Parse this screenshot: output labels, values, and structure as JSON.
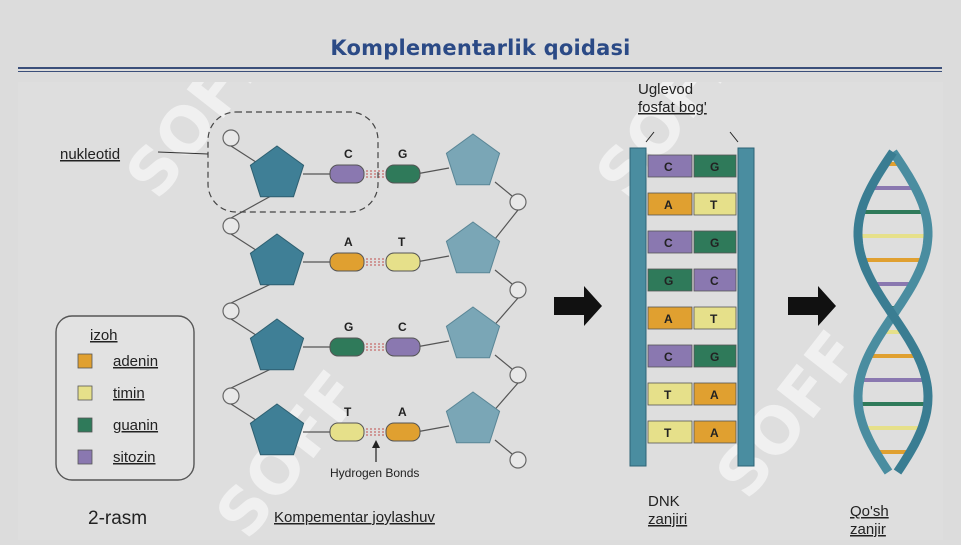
{
  "title": "Komplementarlik qoidasi",
  "labels": {
    "nucleotide": "nukleotid",
    "hydrogen_bonds": "Hydrogen Bonds",
    "sugar_phosphate_line1": "Uglevod",
    "sugar_phosphate_line2": "fosfat bog'",
    "figure": "2-rasm",
    "complementary": "Kompementar joylashuv",
    "dna_line1": "DNK",
    "dna_line2": "zanjiri",
    "double_line1": "Qo'sh",
    "double_line2": "zanjir"
  },
  "legend": {
    "title": "izoh",
    "items": [
      {
        "label": "adenin",
        "color": "#e0a030"
      },
      {
        "label": "timin",
        "color": "#e6e08a"
      },
      {
        "label": "guanin",
        "color": "#2f7a5a"
      },
      {
        "label": "sitozin",
        "color": "#8a78b0"
      }
    ]
  },
  "pairs_left": [
    {
      "left": "C",
      "right": "G"
    },
    {
      "left": "A",
      "right": "T"
    },
    {
      "left": "G",
      "right": "C"
    },
    {
      "left": "T",
      "right": "A"
    }
  ],
  "pairs_ladder": [
    {
      "left": "C",
      "right": "G"
    },
    {
      "left": "A",
      "right": "T"
    },
    {
      "left": "C",
      "right": "G"
    },
    {
      "left": "G",
      "right": "C"
    },
    {
      "left": "A",
      "right": "T"
    },
    {
      "left": "C",
      "right": "G"
    },
    {
      "left": "T",
      "right": "A"
    },
    {
      "left": "T",
      "right": "A"
    }
  ],
  "colors": {
    "A": "#e0a030",
    "T": "#e6e08a",
    "G": "#2f7a5a",
    "C": "#8a78b0",
    "sugar_dark": "#3f7f96",
    "sugar_light": "#7aa6b6",
    "backbone": "#4a8da0"
  },
  "watermark": "SOFF"
}
